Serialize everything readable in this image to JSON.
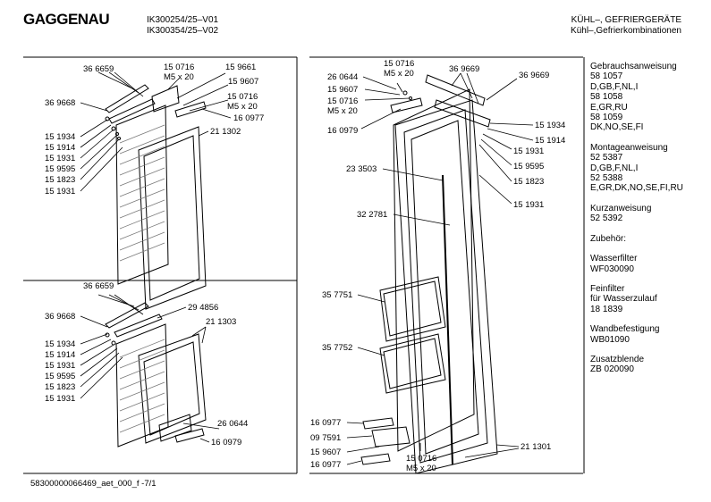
{
  "header": {
    "brand": "GAGGENAU",
    "model_1": "IK300254/25–V01",
    "model_2": "IK300354/25–V02",
    "title_1": "KÜHL–, GEFRIERGERÄTE",
    "title_2": "Kühl–,Gefrierkombinationen"
  },
  "labels": {
    "p366659_a": "36 6659",
    "p150716_a": "15 0716",
    "m5x20_a": "M5 x 20",
    "p159661": "15 9661",
    "p159607_a": "15 9607",
    "p150716_b": "15 0716",
    "m5x20_b": "M5 x 20",
    "p160977_a": "16 0977",
    "p369668_a": "36 9668",
    "p151934_a": "15 1934",
    "p151914_a": "15 1914",
    "p151931_a": "15 1931",
    "p159595_a": "15 9595",
    "p151823_a": "15 1823",
    "p151931_b": "15 1931",
    "p211302": "21 1302",
    "p366659_b": "36 6659",
    "p294856": "29 4856",
    "p369668_b": "36 9668",
    "p211303": "21 1303",
    "p151934_b": "15 1934",
    "p151914_b": "15 1914",
    "p151931_c": "15 1931",
    "p159595_b": "15 9595",
    "p151823_b": "15 1823",
    "p151931_d": "15 1931",
    "p260644_b": "26 0644",
    "p160979_b": "16 0979",
    "p260644_a": "26 0644",
    "p150716_c": "15 0716",
    "m5x20_c": "M5 x 20",
    "p369669_a": "36 9669",
    "p369669_b": "36 9669",
    "p159607_b": "15 9607",
    "p150716_d": "15 0716",
    "m5x20_d": "M5 x 20",
    "p160979_a": "16 0979",
    "p151934_c": "15 1934",
    "p151914_c": "15 1914",
    "p151931_e": "15 1931",
    "p159595_c": "15 9595",
    "p151823_c": "15 1823",
    "p151931_f": "15 1931",
    "p233503": "23 3503",
    "p322781": "32 2781",
    "p357751": "35 7751",
    "p357752": "35 7752",
    "p160977_b": "16 0977",
    "p097591": "09 7591",
    "p159607_c": "15 9607",
    "p160977_c": "16 0977",
    "p150716_e": "15 0716",
    "m5x20_e": "M5 x 20",
    "p211301": "21 1301"
  },
  "sidebar": {
    "g1": [
      "Gebrauchsanweisung",
      "58 1057",
      "D,GB,F,NL,I",
      "58 1058",
      "E,GR,RU",
      "58 1059",
      "DK,NO,SE,FI"
    ],
    "g2": [
      "Montageanweisung",
      "52 5387",
      "D,GB,F,NL,I",
      "52 5388",
      "E,GR,DK,NO,SE,FI,RU"
    ],
    "g3": [
      "Kurzanweisung",
      "52 5392"
    ],
    "g4": [
      "Zubehör:"
    ],
    "g5": [
      "Wasserfilter",
      "WF030090"
    ],
    "g6": [
      "Feinfilter",
      "für Wasserzulauf",
      "18 1839"
    ],
    "g7": [
      "Wandbefestigung",
      "WB01090"
    ],
    "g8": [
      "Zusatzblende",
      "ZB 020090"
    ]
  },
  "footer": {
    "doc_id": "58300000066469_aet_000_f   -7/1"
  }
}
